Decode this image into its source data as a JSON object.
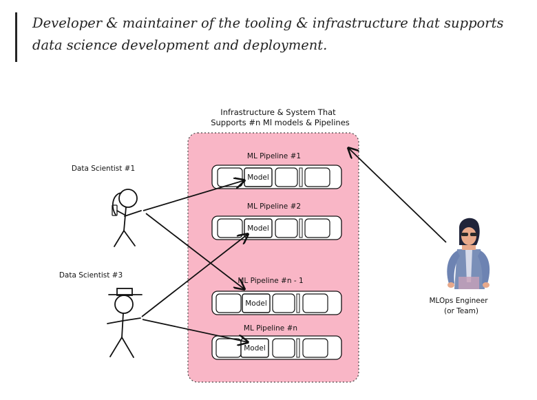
{
  "quote": {
    "text": "Developer & maintainer of the tooling & infrastructure that supports data science development and deployment."
  },
  "diagram": {
    "infra_title_line1": "Infrastructure & System That",
    "infra_title_line2": "Supports #n Ml models & Pipelines",
    "pipelines": [
      {
        "label": "ML Pipeline #1",
        "model_label": "Model"
      },
      {
        "label": "ML Pipeline #2",
        "model_label": "Model"
      },
      {
        "label": "ML Pipeline #n - 1",
        "model_label": "Model"
      },
      {
        "label": "ML Pipeline #n",
        "model_label": "Model"
      }
    ],
    "scientist_1_label": "Data Scientist #1",
    "scientist_3_label": "Data Scientist #3",
    "engineer_label_line1": "MLOps Engineer",
    "engineer_label_line2": "(or Team)",
    "colors": {
      "infra_fill": "#f9b6c6",
      "line": "#111111"
    }
  }
}
